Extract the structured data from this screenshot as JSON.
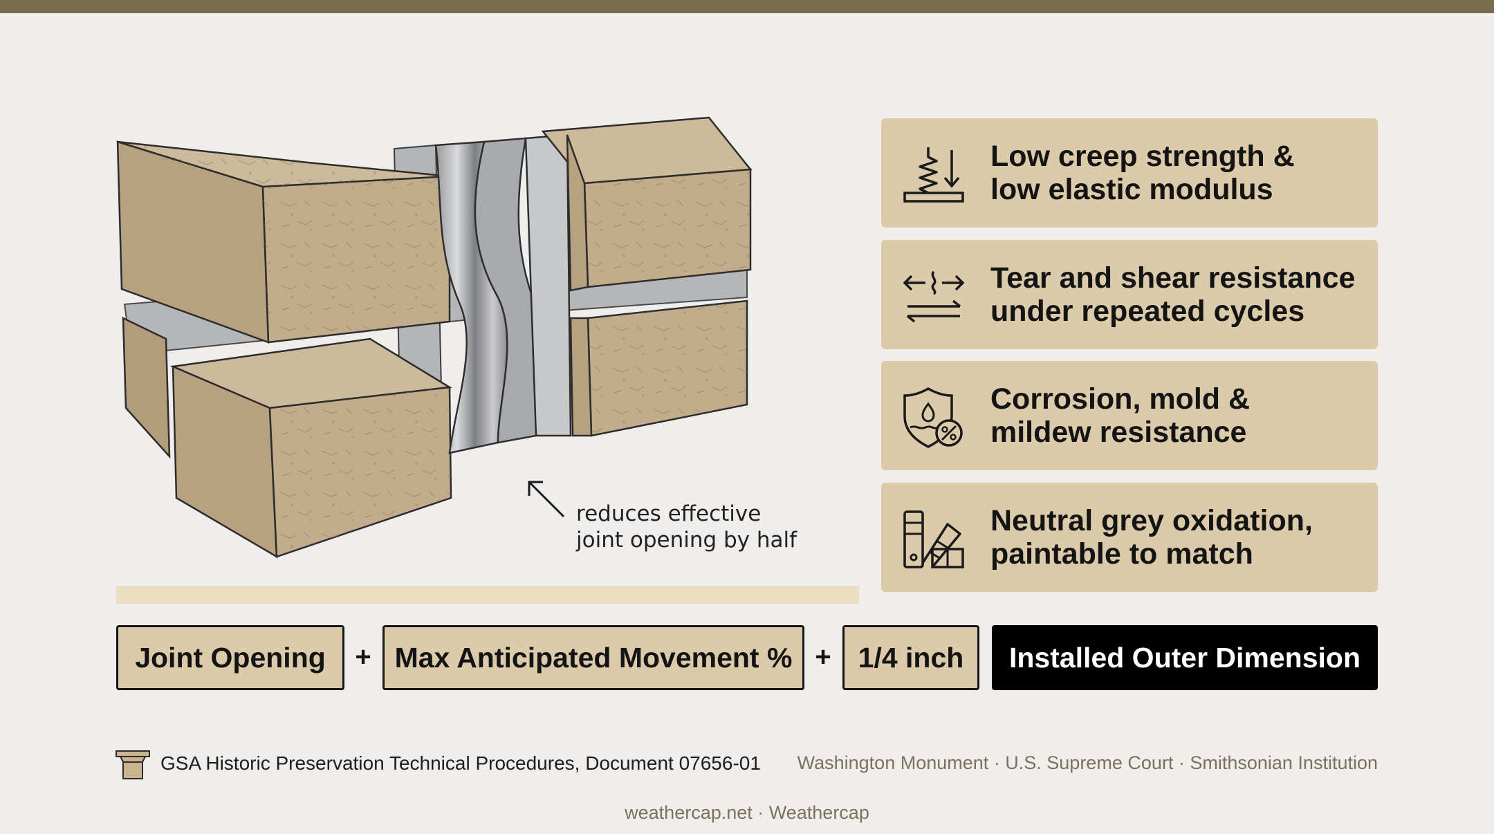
{
  "callout": {
    "line1": "reduces effective",
    "line2": "joint opening by half"
  },
  "features": [
    {
      "icon": "spring-compression-icon",
      "line1": "Low creep strength &",
      "line2": "low elastic modulus"
    },
    {
      "icon": "tear-shear-arrows-icon",
      "line1": "Tear and shear resistance",
      "line2": "under repeated cycles"
    },
    {
      "icon": "shield-droplet-icon",
      "line1": "Corrosion, mold &",
      "line2": "mildew resistance"
    },
    {
      "icon": "color-swatch-icon",
      "line1": "Neutral grey oxidation,",
      "line2": "paintable to match"
    }
  ],
  "formula": {
    "term1": "Joint Opening",
    "op1": "+",
    "term2": "Max Anticipated Movement %",
    "op2": "+",
    "term3": "1/4 inch",
    "result": "Installed Outer Dimension"
  },
  "footer": {
    "source": "GSA Historic Preservation Technical Procedures, Document 07656-01",
    "landmarks": "Washington Monument · U.S. Supreme Court · Smithsonian Institution",
    "credit": "weathercap.net · Weathercap"
  },
  "colors": {
    "top_bar": "#7a6a50",
    "card_tan": "#dccbaa",
    "background": "#efeeec",
    "result_box": "#000000"
  }
}
